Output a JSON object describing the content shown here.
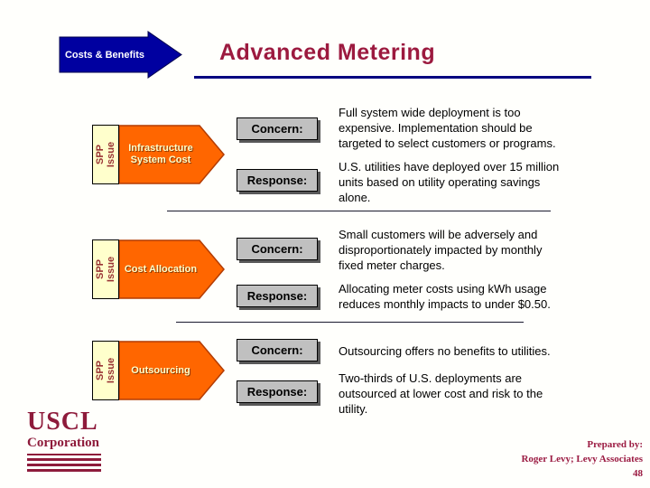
{
  "slide": {
    "tab_label": "Costs & Benefits",
    "title": "Advanced Metering"
  },
  "labels": {
    "concern": "Concern:",
    "response": "Response:",
    "spp_line1": "SPP",
    "spp_line2": "Issue"
  },
  "sections": [
    {
      "issue": "Infrastructure System Cost",
      "concern": "Full system wide deployment is too\nexpensive.  Implementation should be\ntargeted to select customers or programs.",
      "response": "U.S. utilities have deployed over 15 million\nunits based on utility operating savings\nalone."
    },
    {
      "issue": "Cost Allocation",
      "concern": "Small customers will be adversely and\ndisproportionately impacted by monthly\nfixed meter charges.",
      "response": "Allocating meter costs using kWh usage\nreduces monthly impacts to under $0.50."
    },
    {
      "issue": "Outsourcing",
      "concern": "Outsourcing offers no benefits to utilities.",
      "response": "Two-thirds of U.S. deployments are\noutsourced at lower cost and risk to the\nutility."
    }
  ],
  "footer": {
    "logo_name": "USCL",
    "logo_subtitle": "Corporation",
    "prepared_by_label": "Prepared by:",
    "prepared_by_name": "Roger Levy; Levy Associates",
    "page_number": "48"
  },
  "colors": {
    "header_arrow_blue": "#0000a0",
    "title_crimson": "#9c1a3f",
    "underline_navy": "#000080",
    "arrow_orange": "#ff6600",
    "arrow_outline": "#b33c00",
    "issue_tag_yellow": "#ffffcc",
    "label_box_gray": "#c0c0c0",
    "logo_crimson": "#8e1b3b"
  }
}
